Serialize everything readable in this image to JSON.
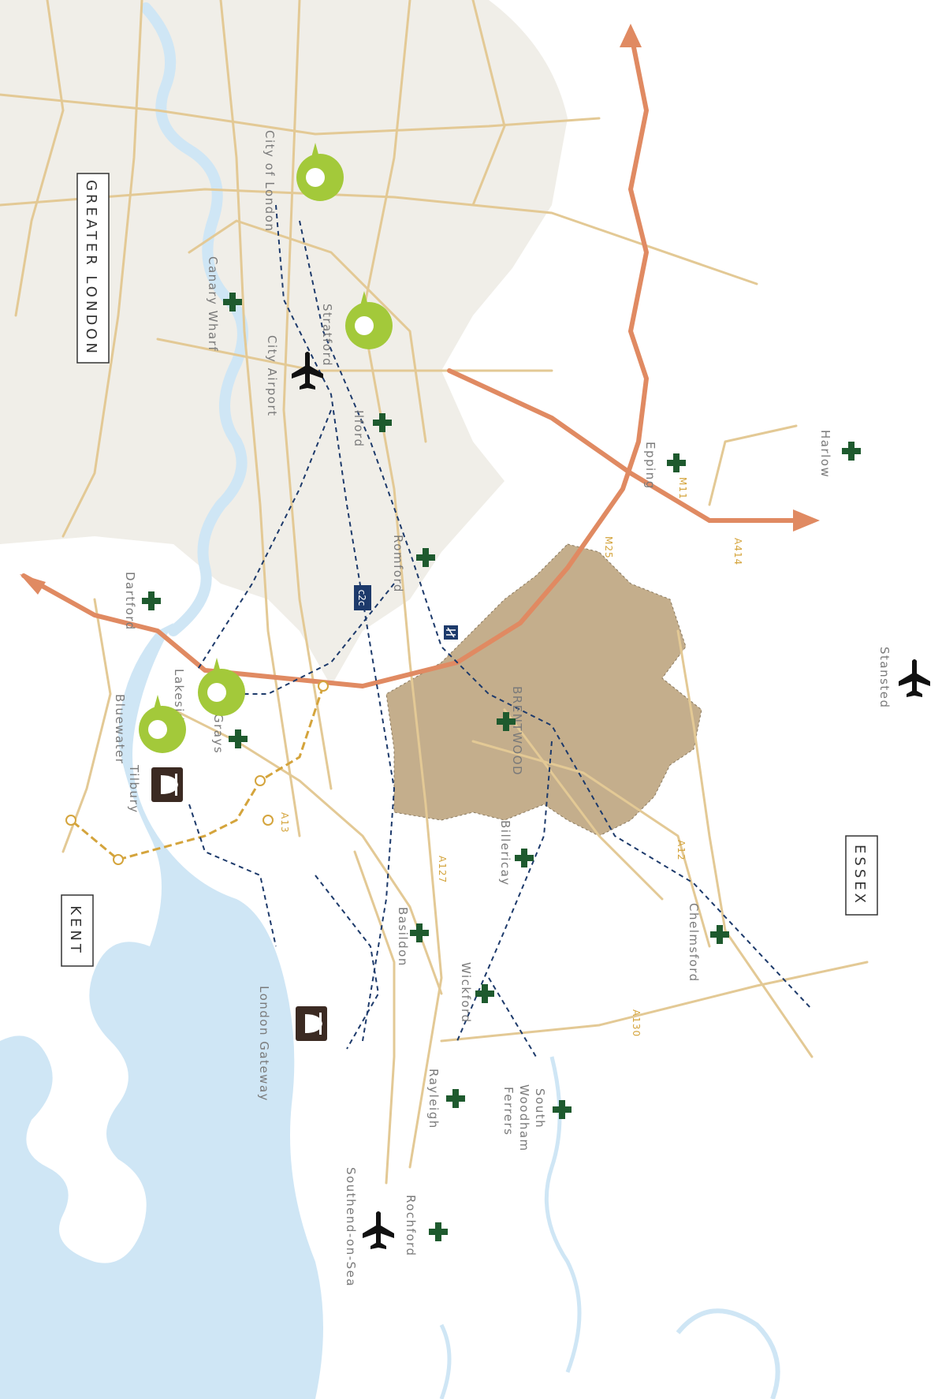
{
  "regions": {
    "greater_london": "GREATER LONDON",
    "kent": "KENT",
    "essex": "ESSEX"
  },
  "places": {
    "city_of_london": "City of London",
    "canary_wharf": "Canary Wharf",
    "stratford": "Stratford",
    "city_airport": "City Airport",
    "ilford": "Ilford",
    "romford": "Romford",
    "dartford": "Dartford",
    "lakeside": "Lakeside",
    "grays": "Grays",
    "bluewater": "Bluewater",
    "tilbury": "Tilbury",
    "brentwood": "BRENTWOOD",
    "billericay": "Billericay",
    "basildon": "Basildon",
    "wickford": "Wickford",
    "chelmsford": "Chelmsford",
    "epping": "Epping",
    "harlow": "Harlow",
    "stansted": "Stansted",
    "london_gateway": "London Gateway",
    "rayleigh": "Rayleigh",
    "south_woodham_1": "South",
    "south_woodham_2": "Woodham",
    "south_woodham_3": "Ferrers",
    "southend": "Southend-on-Sea",
    "rochford": "Rochford"
  },
  "roads": {
    "m25": "M25",
    "m11": "M11",
    "a414": "A414",
    "a12": "A12",
    "a127": "A127",
    "a13": "A13",
    "a130": "A130"
  },
  "badges": {
    "c2c": "c2c"
  },
  "icons": {
    "hospital": "hospital-cross-icon",
    "airport": "airplane-icon",
    "port": "port-bell-icon",
    "pin": "location-pin-icon"
  },
  "colors": {
    "water": "#cfe6f5",
    "urban": "#f0eee8",
    "brentwood": "#c4ae8c",
    "motorway": "#e08a62",
    "road": "#e3c995",
    "rail": "#1d3a6b",
    "crossrail": "#d4a43c",
    "pin": "#a3c93a",
    "hospital": "#1e5a2e"
  }
}
